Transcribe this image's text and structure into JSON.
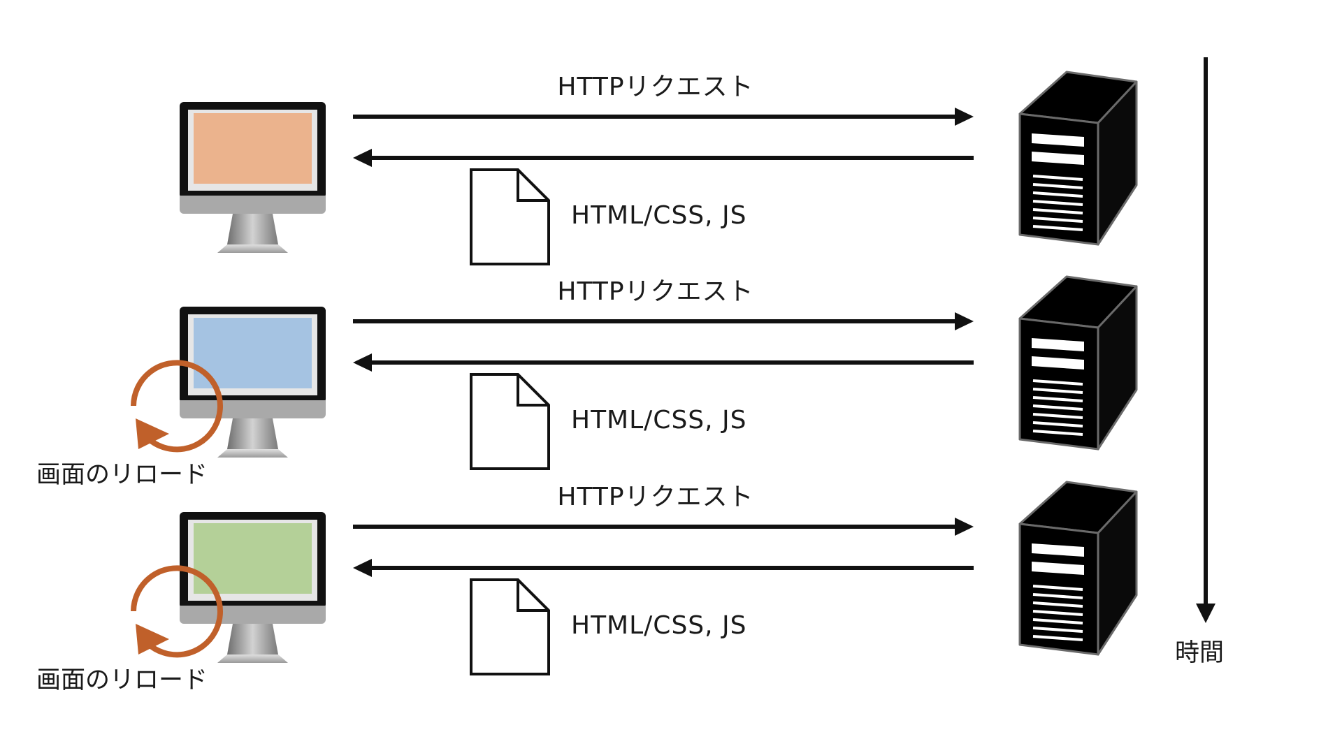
{
  "colors": {
    "screen_1": "#ebb38d",
    "screen_2": "#a5c3e2",
    "screen_3": "#b4d098",
    "reload_arrow": "#c0602a",
    "line": "#111111"
  },
  "icons": {
    "client": "computer-monitor-icon",
    "server": "server-tower-icon",
    "document": "document-icon",
    "reload": "reload-arrow-icon"
  },
  "rows": [
    {
      "request_label": "HTTPリクエスト",
      "response_label": "HTML/CSS, JS",
      "reload_label": ""
    },
    {
      "request_label": "HTTPリクエスト",
      "response_label": "HTML/CSS, JS",
      "reload_label": "画面のリロード"
    },
    {
      "request_label": "HTTPリクエスト",
      "response_label": "HTML/CSS, JS",
      "reload_label": "画面のリロード"
    }
  ],
  "timeline": {
    "label": "時間"
  }
}
